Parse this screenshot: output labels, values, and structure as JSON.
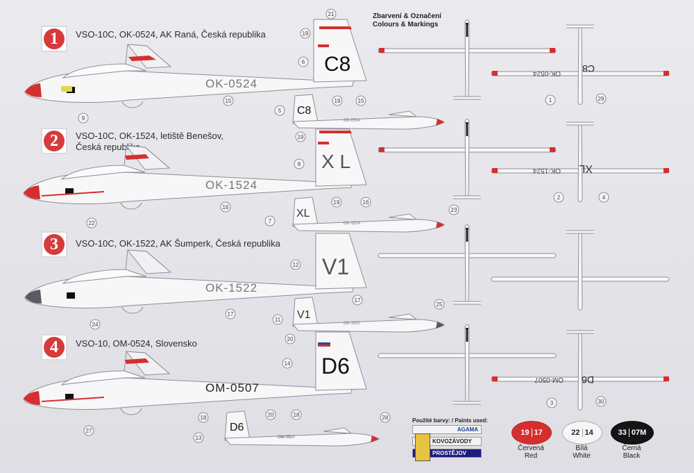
{
  "header": {
    "line1": "Zbarvení & Označení",
    "line2": "Colours & Markings"
  },
  "profiles": [
    {
      "number": "1",
      "caption_line1": "VSO-10C, OK-0524, AK Raná, Česká republika",
      "caption_line2": "",
      "registration": "OK-0524",
      "tail_code": "C8",
      "bottom_code": "C8",
      "bottom_reg": "OK-0524",
      "small_reg": "OK-0524"
    },
    {
      "number": "2",
      "caption_line1": "VSO-10C, OK-1524, letiště Benešov,",
      "caption_line2": "Česká republika",
      "registration": "OK-1524",
      "tail_code": "X L",
      "bottom_code": "XL",
      "bottom_reg": "OK-1524",
      "small_reg": "OK-1524"
    },
    {
      "number": "3",
      "caption_line1": "VSO-10C, OK-1522, AK Šumperk, Česká republika",
      "caption_line2": "",
      "registration": "OK-1522",
      "tail_code": "V1",
      "bottom_code": "",
      "bottom_reg": "",
      "small_reg": "OK-1522"
    },
    {
      "number": "4",
      "caption_line1": "VSO-10, OM-0524, Slovensko",
      "caption_line2": "",
      "registration": "OM-0507",
      "tail_code": "D6",
      "bottom_code": "D6",
      "bottom_reg": "OM-0507",
      "small_reg": "OM-0507"
    }
  ],
  "callouts": [
    "21",
    "19",
    "6",
    "9",
    "15",
    "5",
    "19",
    "15",
    "1",
    "29",
    "19",
    "8",
    "22",
    "16",
    "7",
    "19",
    "16",
    "23",
    "2",
    "4",
    "12",
    "24",
    "17",
    "11",
    "17",
    "25",
    "20",
    "14",
    "27",
    "18",
    "13",
    "20",
    "18",
    "28",
    "3",
    "30"
  ],
  "paints": {
    "label": "Použité barvy: / Paints used:",
    "brands": [
      "AGAMA",
      "KOVOZÁVODY",
      "PROSTĚJOV"
    ],
    "swatches": [
      {
        "code_a": "19",
        "code_b": "17",
        "name_cz": "Červená",
        "name_en": "Red",
        "color": "#d62e2e"
      },
      {
        "code_a": "22",
        "code_b": "14",
        "name_cz": "Bílá",
        "name_en": "White",
        "color": "#f6f6f6"
      },
      {
        "code_a": "33",
        "code_b": "07M",
        "name_cz": "Černá",
        "name_en": "Black",
        "color": "#151515"
      }
    ]
  },
  "colors": {
    "accent_red": "#d62e2e",
    "outline": "#8b8d98",
    "plane_fill": "#f7f7f8"
  }
}
